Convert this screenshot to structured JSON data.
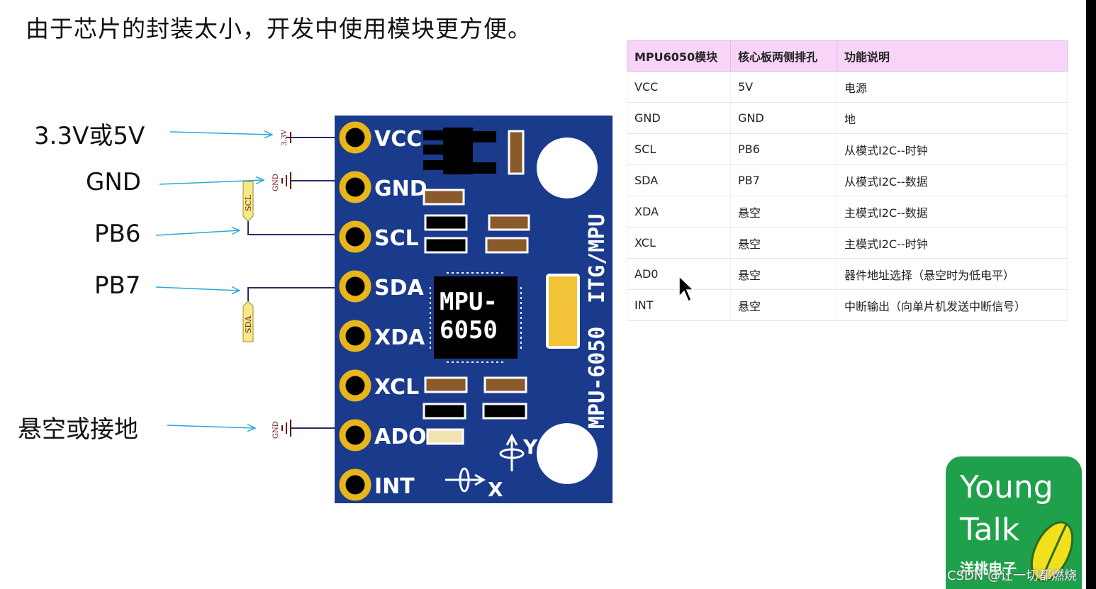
{
  "heading": "由于芯片的封装太小，开发中使用模块更方便。",
  "left_labels": {
    "vcc_supply": "3.3V或5V",
    "gnd": "GND",
    "pb6": "PB6",
    "pb7": "PB7",
    "ado_note": "悬空或接地"
  },
  "net_labels": {
    "v33": "3.3V",
    "gnd": "GND",
    "scl": "SCL",
    "sda": "SDA"
  },
  "board": {
    "pins": [
      "VCC",
      "GND",
      "SCL",
      "SDA",
      "XDA",
      "XCL",
      "ADO",
      "INT"
    ],
    "chip_line1": "MPU-",
    "chip_line2": "6050",
    "vertical_top": "ITG/MPU",
    "vertical_bottom": "MPU-6050",
    "axis_y": "Y",
    "axis_x": "X"
  },
  "table": {
    "headers": [
      "MPU6050模块",
      "核心板两侧排孔",
      "功能说明"
    ],
    "rows": [
      [
        "VCC",
        "5V",
        "电源"
      ],
      [
        "GND",
        "GND",
        "地"
      ],
      [
        "SCL",
        "PB6",
        "从模式I2C--时钟"
      ],
      [
        "SDA",
        "PB7",
        "从模式I2C--数据"
      ],
      [
        "XDA",
        "悬空",
        "主模式I2C--数据"
      ],
      [
        "XCL",
        "悬空",
        "主模式I2C--时钟"
      ],
      [
        "AD0",
        "悬空",
        "器件地址选择（悬空时为低电平）"
      ],
      [
        "INT",
        "悬空",
        "中断输出（向单片机发送中断信号）"
      ]
    ]
  },
  "logo": {
    "line1": "Young",
    "line2": "Talk",
    "line3": "洋桃电子"
  },
  "watermark": "CSDN @让一切都燃烧",
  "colors": {
    "board_blue": "#1a3a8c",
    "pad_gold": "#e8b51a",
    "arrow_cyan": "#2aa8d8",
    "header_pink": "#f8d5f8",
    "logo_green": "#1fa04a"
  }
}
